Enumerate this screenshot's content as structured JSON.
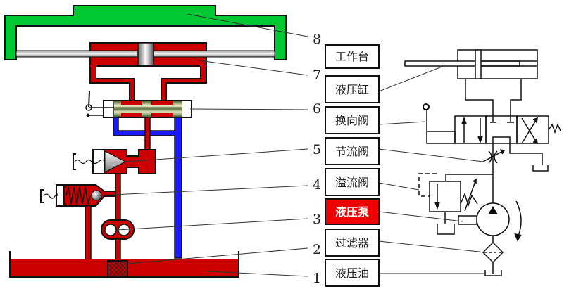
{
  "colors": {
    "oil_pressure": "#cc0000",
    "oil_return": "#1a1aff",
    "worktable": "#00c832",
    "highlight": "#ee0000",
    "stroke": "#111111"
  },
  "components": [
    {
      "number": "8",
      "label": "工作台",
      "highlighted": false
    },
    {
      "number": "7",
      "label": "液压缸",
      "highlighted": false
    },
    {
      "number": "6",
      "label": "换向阀",
      "highlighted": false
    },
    {
      "number": "5",
      "label": "节流阀",
      "highlighted": false
    },
    {
      "number": "4",
      "label": "溢流阀",
      "highlighted": false
    },
    {
      "number": "3",
      "label": "液压泵",
      "highlighted": true
    },
    {
      "number": "2",
      "label": "过滤器",
      "highlighted": false
    },
    {
      "number": "1",
      "label": "液压油",
      "highlighted": false
    }
  ]
}
